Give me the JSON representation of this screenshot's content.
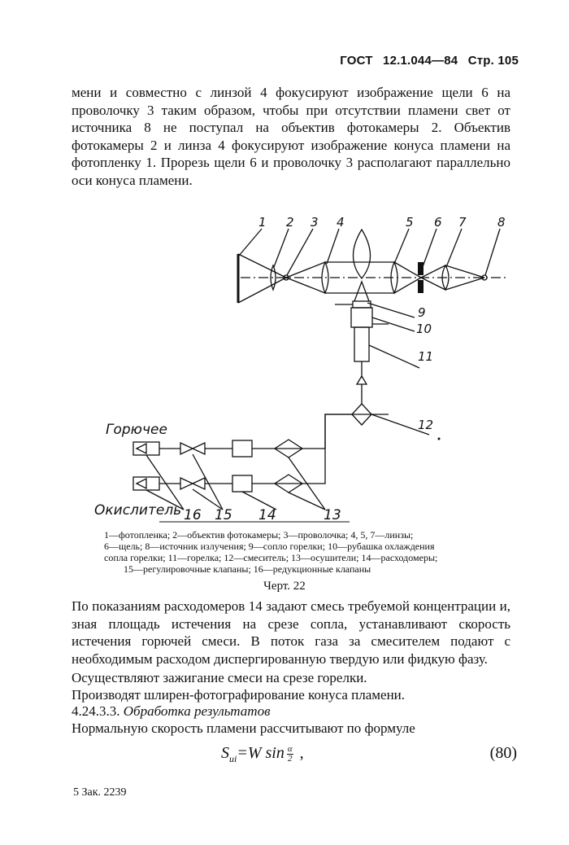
{
  "header": {
    "standard": "ГОСТ",
    "number": "12.1.044—84",
    "page": "Стр. 105"
  },
  "para1": "мени и совместно с линзой 4 фокусируют изображение щели 6 на проволочку 3 таким образом, чтобы при отсутствии пламени свет от источника 8 не поступал на объектив фотокамеры 2. Объектив фотокамеры 2 и линза 4 фокусируют изображение конуса пламени на фотопленку 1. Прорезь щели 6 и проволочку 3 располагают параллельно оси конуса пламени.",
  "figure": {
    "top_numbers": [
      "1",
      "2",
      "3",
      "4",
      "5",
      "6",
      "7",
      "8"
    ],
    "side_numbers": [
      "9",
      "10",
      "11",
      "12"
    ],
    "bottom_numbers": [
      "16",
      "15",
      "14",
      "13"
    ],
    "fuel_label": "Горючее",
    "oxidizer_label": "Окислитель"
  },
  "caption": [
    "1—фотопленка; 2—объектив фотокамеры; 3—проволочка; 4, 5, 7—линзы;",
    "6—щель; 8—источник излучения; 9—сопло горелки; 10—рубашка охлаждения",
    "сопла горелки; 11—горелка; 12—смеситель; 13—осушители; 14—расходомеры;",
    "15—регулировочные клапаны; 16—редукционные клапаны"
  ],
  "figure_title": "Черт. 22",
  "para2": "По показаниям расходомеров 14 задают смесь требуемой концентрации и, зная площадь истечения на срезе сопла, устанавливают скорость истечения горючей смеси. В поток газа за смесителем подают с необходимым расходом диспергированную твердую или фидкую фазу.",
  "line1": "Осуществляют зажигание смеси на срезе горелки.",
  "line2": "Производят шлирен-фотографирование конуса пламени.",
  "section": "4.24.3.3.",
  "section_title": "Обработка результатов",
  "line3": "Нормальную скорость пламени рассчитывают по формуле",
  "formula": {
    "lhs": "S",
    "lhs_sub": "ui",
    "eq": "=W sin",
    "num": "α",
    "den": "2",
    "tail": " ,",
    "number": "(80)"
  },
  "footer": "5 Зак. 2239"
}
